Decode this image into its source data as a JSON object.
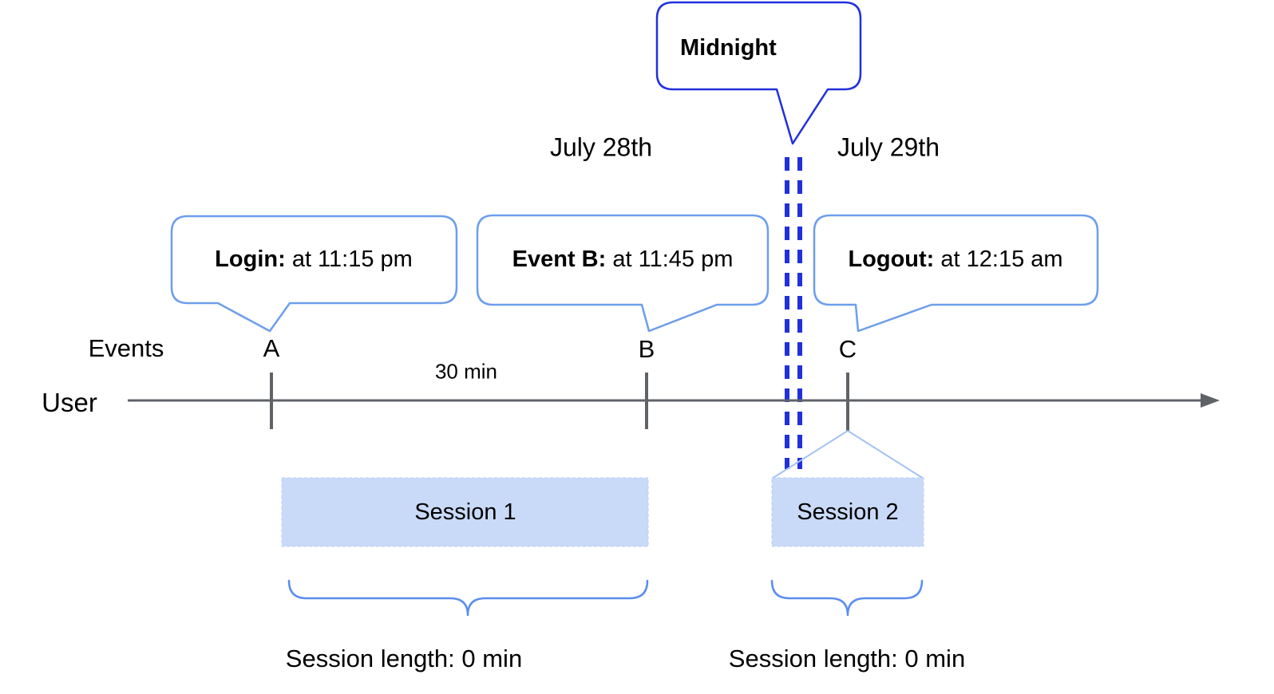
{
  "diagram": {
    "dates": {
      "left": "July 28th",
      "right": "July 29th"
    },
    "midnight_callout": {
      "label": "Midnight"
    },
    "axis": {
      "events_label": "Events",
      "user_label": "User",
      "interval_label": "30 min"
    },
    "events": [
      {
        "id": "A",
        "callout_bold": "Login:",
        "callout_rest": " at 11:15 pm"
      },
      {
        "id": "B",
        "callout_bold": "Event B:",
        "callout_rest": " at 11:45 pm"
      },
      {
        "id": "C",
        "callout_bold": "Logout:",
        "callout_rest": " at 12:15 am"
      }
    ],
    "sessions": [
      {
        "label": "Session 1",
        "length_label": "Session length: 0 min"
      },
      {
        "label": "Session 2",
        "length_label": "Session length: 0 min"
      }
    ],
    "colors": {
      "dark_blue": "#2130dc",
      "bubble_blue": "#6d9eeb",
      "brace_blue": "#5a8dee",
      "funnel_blue": "#a4c2f4",
      "session_fill": "#c9daf8",
      "line_gray": "#5f6368",
      "text_color": "#000000"
    }
  }
}
